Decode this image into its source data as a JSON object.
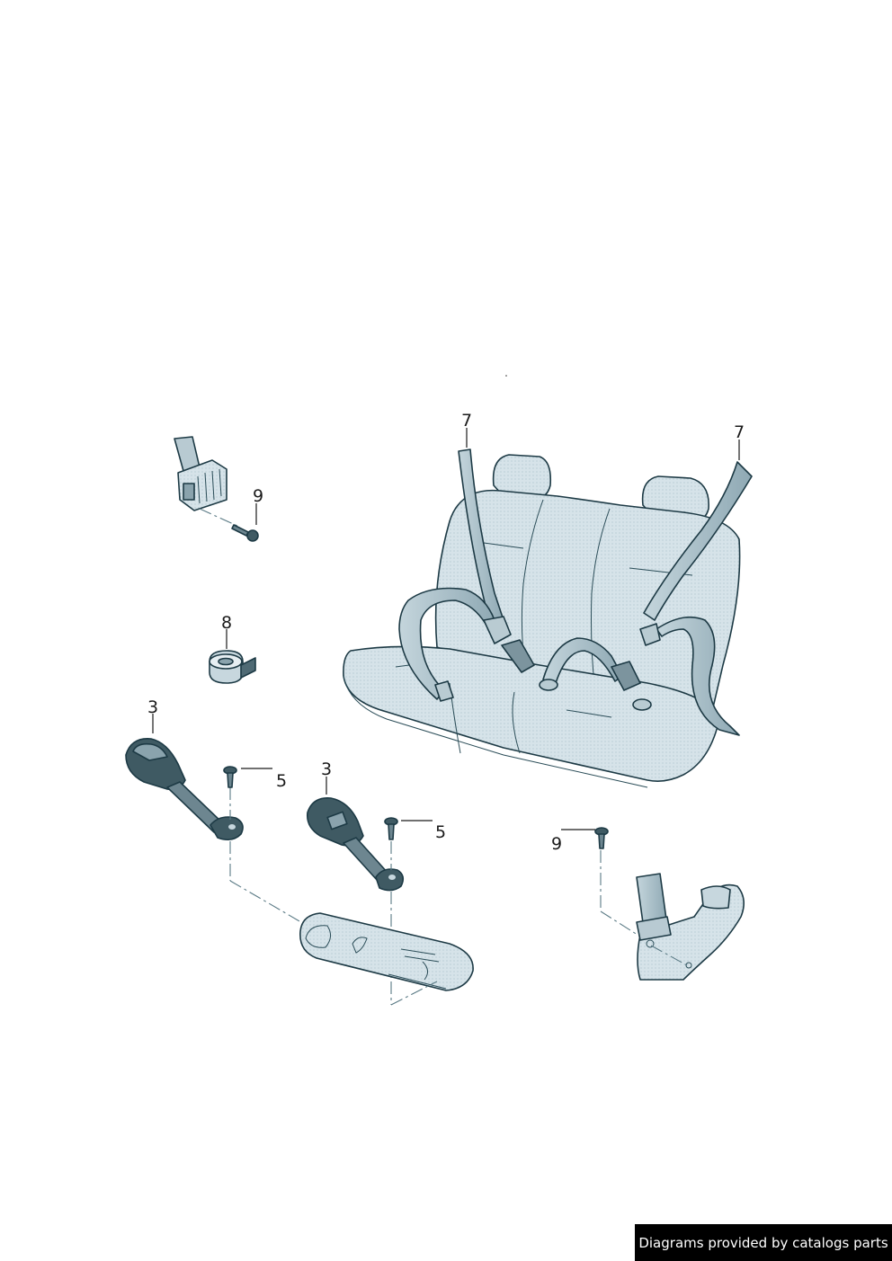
{
  "callouts": {
    "belt_left": "7",
    "belt_right": "7",
    "retractor_screw": "9",
    "tape": "8",
    "buckle_left": "3",
    "buckle_middle": "3",
    "bolt_left": "5",
    "bolt_middle": "5",
    "anchor_screw": "9"
  },
  "credit": "Diagrams provided by catalogs parts",
  "colors": {
    "seat_fill": "#d4e1e7",
    "belt_fill": "#9fb6c0",
    "buckle_fill": "#3f5a63",
    "outline": "#1d3a45",
    "credit_bg": "#000000"
  }
}
